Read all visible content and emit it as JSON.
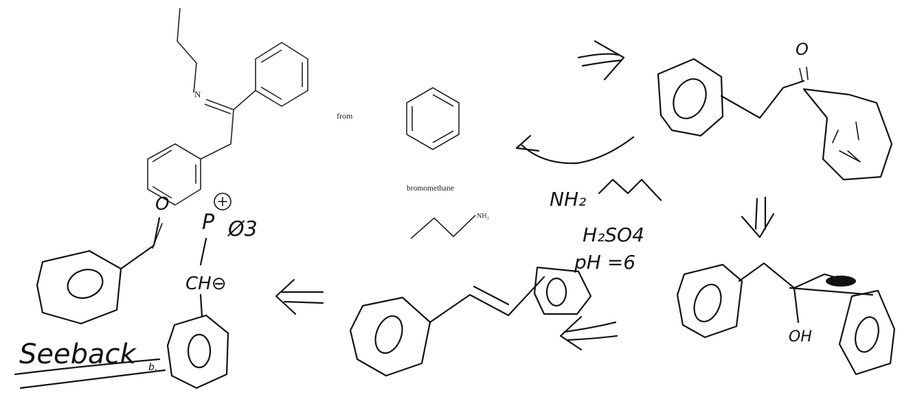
{
  "printed": {
    "from_label": "from",
    "reagent_label": "bromomethane",
    "amine_label": "NH₂",
    "imine_n_label": "N"
  },
  "handwritten": {
    "amine_reagent": "NH₂",
    "acid": "H₂SO4",
    "ph": "pH =6",
    "ylide_p": "P",
    "ylide_phi3": "Ø3",
    "carbanion": "CH⊖",
    "alcohol": "OH",
    "carbonyl_o_top": "O",
    "carbonyl_o_left": "O",
    "seeback": "Seeback",
    "seeback_sub": "b."
  },
  "colors": {
    "ink": "#111111",
    "print": "#222222"
  }
}
